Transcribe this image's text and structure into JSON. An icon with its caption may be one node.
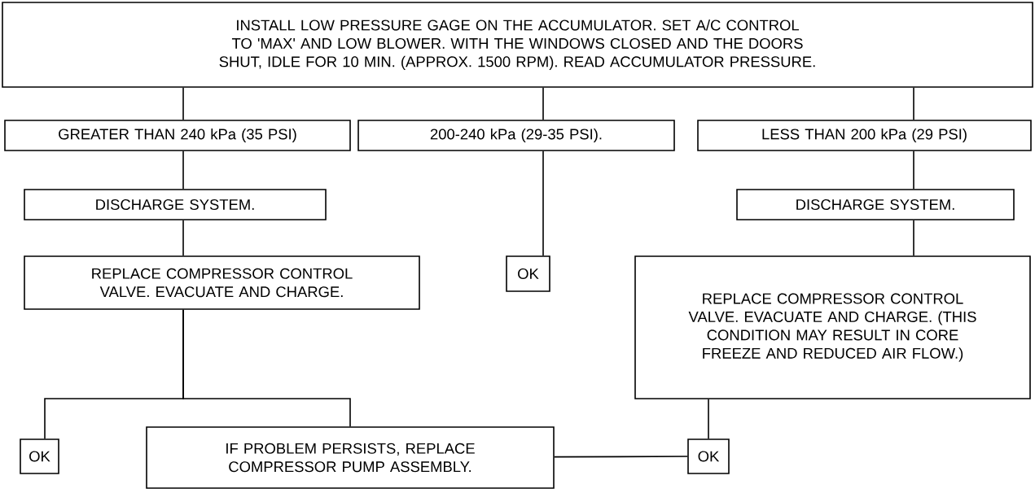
{
  "diagram": {
    "nodes": [
      {
        "text": [
          "INSTALL LOW PRESSURE GAGE ON THE ACCUMULATOR. SET A/C CONTROL TO 'MAX' AND LOW BLOWER. WITH THE WINDOWS CLOSED AND THE DOORS SHUT, IDLE FOR 10 MIN. (APPROX. 1500 RPM). READ ACCUMULATOR PRESSURE."
        ]
      },
      {
        "text": [
          "GREATER THAN 240 kPa (35 PSI)"
        ]
      },
      {
        "text": [
          "200-240 kPa (29-35 PSI)."
        ]
      },
      {
        "text": [
          "LESS THAN 200 kPa (29 PSI)"
        ]
      },
      {
        "text": [
          "DISCHARGE SYSTEM."
        ]
      },
      {
        "text": [
          "DISCHARGE SYSTEM."
        ]
      },
      {
        "text": [
          "REPLACE COMPRESSOR CONTROL VALVE. EVACUATE AND CHARGE."
        ]
      },
      {
        "text": [
          "OK"
        ]
      },
      {
        "text": [
          "REPLACE COMPRESSOR CONTROL VALVE. EVACUATE AND CHARGE. (THIS CONDITION MAY RESULT IN CORE FREEZE AND REDUCED AIR FLOW.)"
        ]
      },
      {
        "text": [
          "OK"
        ]
      },
      {
        "text": [
          "IF PROBLEM PERSISTS, REPLACE COMPRESSOR PUMP ASSEMBLY."
        ]
      },
      {
        "text": [
          "OK"
        ]
      }
    ],
    "edges": [
      {
        "from": 0,
        "to": 1,
        "arrow": "none"
      },
      {
        "from": 0,
        "to": 2,
        "arrow": "none"
      },
      {
        "from": 0,
        "to": 3,
        "arrow": "none"
      },
      {
        "from": 1,
        "to": 4,
        "arrow": "none"
      },
      {
        "from": 2,
        "to": 7,
        "arrow": "none"
      },
      {
        "from": 3,
        "to": 5,
        "arrow": "none"
      },
      {
        "from": 4,
        "to": 6,
        "arrow": "none"
      },
      {
        "from": 5,
        "to": 8,
        "arrow": "none"
      },
      {
        "from": 6,
        "to": 9,
        "arrow": "none"
      },
      {
        "from": 6,
        "to": 10,
        "arrow": "none"
      },
      {
        "from": 8,
        "to": 11,
        "arrow": "none"
      },
      {
        "from": 11,
        "to": 10,
        "arrow": "none"
      }
    ]
  }
}
